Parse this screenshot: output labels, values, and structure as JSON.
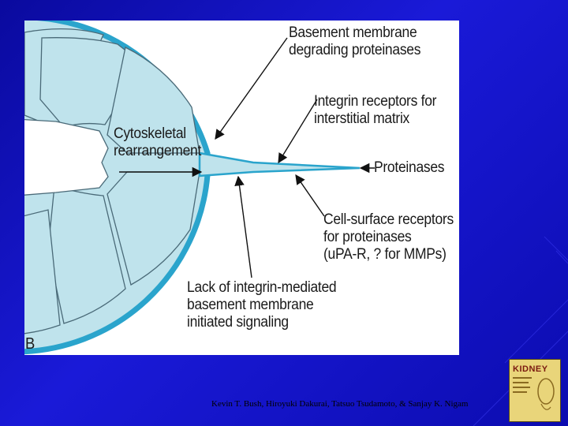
{
  "diagram": {
    "panel_letter": "B",
    "labels": {
      "basement_membrane_proteinases": [
        "Basement membrane",
        "degrading proteinases"
      ],
      "integrin_receptors": [
        "Integrin receptors for",
        "interstitial matrix"
      ],
      "cytoskeletal": [
        "Cytoskeletal",
        "rearrangement"
      ],
      "proteinases": "Proteinases",
      "cell_surface_receptors": [
        "Cell-surface receptors",
        "for proteinases",
        "(uPA-R, ? for MMPs)"
      ],
      "lack_of_integrin": [
        "Lack of integrin-mediated",
        "basement membrane",
        "initiated signaling"
      ]
    },
    "colors": {
      "cell_fill": "#bfe3ec",
      "membrane": "#2aa4cc",
      "arrow": "#111111",
      "background": "#1010c0"
    }
  },
  "footer": {
    "credit": "Kevin T. Bush, Hiroyuki Dakurai, Tatsuo Tsudamoto, & Sanjay K. Nigam",
    "book_cover_title": "KIDNEY"
  }
}
